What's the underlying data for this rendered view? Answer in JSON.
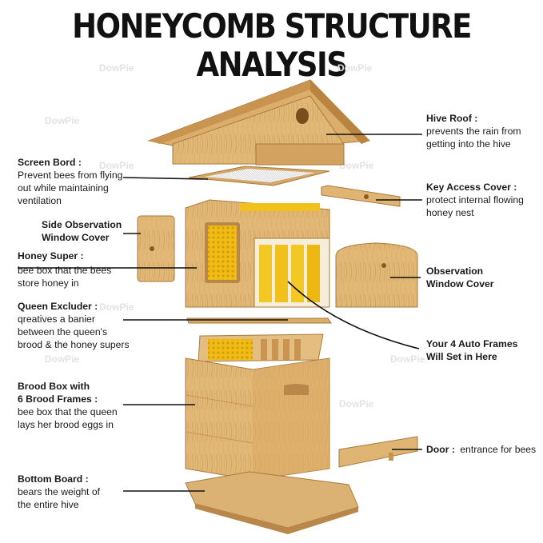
{
  "title": "HONEYCOMB STRUCTURE ANALYSIS",
  "watermark": "DowPie",
  "colors": {
    "wood_light": "#e8c48a",
    "wood_mid": "#d6a865",
    "wood_dark": "#b9874a",
    "honey": "#f2c21b",
    "line": "#111111"
  },
  "labels": {
    "hive_roof": {
      "name": "Hive Roof :",
      "desc": [
        "prevents the rain from",
        "getting into the hive"
      ]
    },
    "screen_board": {
      "name": "Screen Bord :",
      "desc": [
        "Prevent bees from flying",
        "out while maintaining",
        "ventilation"
      ]
    },
    "key_access_cover": {
      "name": "Key Access Cover :",
      "desc": [
        "protect internal flowing",
        "honey nest"
      ]
    },
    "side_observation": {
      "name": "Side Observation",
      "name2": "Window Cover"
    },
    "honey_super": {
      "name": "Honey Super :",
      "desc": [
        "bee box that the bees",
        "store honey in"
      ]
    },
    "observation_window": {
      "name": "Observation",
      "name2": "Window Cover"
    },
    "queen_excluder": {
      "name": "Queen Excluder :",
      "desc": [
        "qreatives a banier",
        "between the queen's",
        "brood & the honey supers"
      ]
    },
    "auto_frames": {
      "name": "Your 4 Auto Frames",
      "name2": "Will Set in Here"
    },
    "brood_box": {
      "name": "Brood Box with",
      "name2": "6 Brood Frames :",
      "desc": [
        "bee box that the queen",
        "lays her brood eggs in"
      ]
    },
    "door": {
      "name": "Door :",
      "desc_inline": "entrance for bees"
    },
    "bottom_board": {
      "name": "Bottom Board :",
      "desc": [
        "bears the weight of",
        "the entire hive"
      ]
    }
  }
}
